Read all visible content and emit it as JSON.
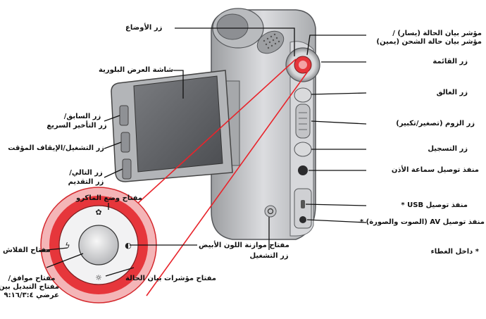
{
  "labels": {
    "mode_button": "زر الأوضاع",
    "lcd_screen": "شاشة العرض البلورية",
    "prev_rewind_1": "زر السابق/",
    "prev_rewind_2": "زر التأخير السريع",
    "play_pause": "زر التشغيل/الإيقاف المؤقت",
    "next_forward_1": "زر التالي/",
    "next_forward_2": "زر التقديم",
    "macro_switch": "مفتاح وضع الماكرو",
    "flash_key": "مفتاح الفلاش",
    "white_balance_key": "مفتاح موازنة اللون الأبيض",
    "ok_key_1": "مفتاح موافق/",
    "ok_key_2": "مفتاح التبديل بين",
    "ok_key_3": "عرضي ٩:١٦/٣:٤",
    "status_indicator_key": "مفتاح مؤشرات بيان الحالة",
    "power_button": "زر التشغيل",
    "status_led_1": "مؤشر بيان الحالة (يسار) /",
    "status_led_2": "مؤشر بيان حالة الشحن (يمين)",
    "menu_button": "زر القائمة",
    "shutter_button": "زر الغالق",
    "zoom_button": "زر الزوم (تصغير/تكبير)",
    "record_button": "زر التسجيل",
    "earphone_port": "منفذ توصيل سماعة الأذن",
    "usb_port": "منفذ توصيل USB *",
    "av_port": "منفذ توصيل AV (الصوت والصورة) *",
    "inside_cover": "* داخل الغطاء"
  },
  "colors": {
    "pointer": "#e8242b",
    "body": "#c9cacc",
    "screen": "#5e6063",
    "ring": "#e6363b"
  }
}
